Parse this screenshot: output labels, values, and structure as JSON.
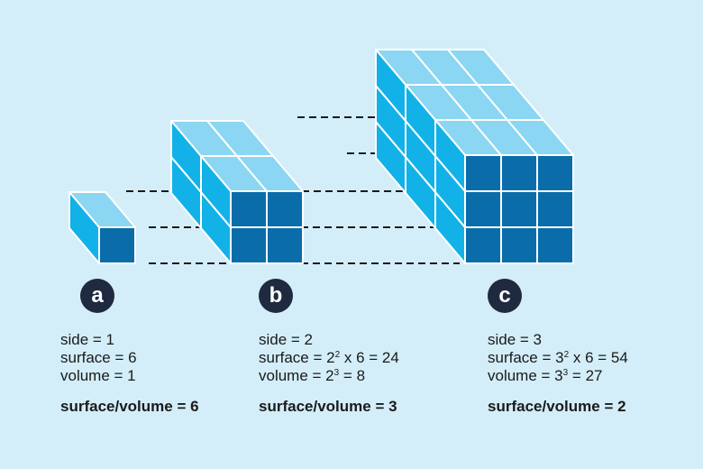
{
  "colors": {
    "background": "#d3eef9",
    "top_face": "#8bd6f2",
    "left_face": "#12b2e8",
    "right_face": "#0a6daa",
    "edge": "#ffffff",
    "guide_line": "#1a1a1a",
    "badge": "#1f2940"
  },
  "cubes": [
    {
      "badge": "a",
      "side": 1,
      "lines": [
        {
          "pre": "side = 1",
          "sup": "",
          "post": ""
        },
        {
          "pre": "surface = 6",
          "sup": "",
          "post": ""
        },
        {
          "pre": "volume = 1",
          "sup": "",
          "post": ""
        }
      ],
      "ratio": "surface/volume = 6"
    },
    {
      "badge": "b",
      "side": 2,
      "lines": [
        {
          "pre": "side = 2",
          "sup": "",
          "post": ""
        },
        {
          "pre": "surface = 2",
          "sup": "2",
          "post": " x 6 = 24"
        },
        {
          "pre": "volume = 2",
          "sup": "3",
          "post": " = 8"
        }
      ],
      "ratio": "surface/volume = 3"
    },
    {
      "badge": "c",
      "side": 3,
      "lines": [
        {
          "pre": "side = 3",
          "sup": "",
          "post": ""
        },
        {
          "pre": "surface = 3",
          "sup": "2",
          "post": " x 6 = 54"
        },
        {
          "pre": "volume = 3",
          "sup": "3",
          "post": " = 27"
        }
      ],
      "ratio": "surface/volume = 2"
    }
  ]
}
